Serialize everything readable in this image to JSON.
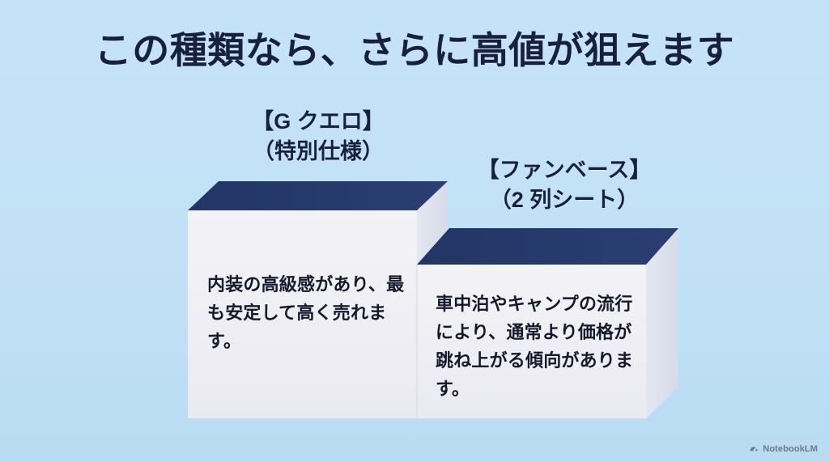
{
  "slide": {
    "title": "この種類なら、さらに高値が狙えます",
    "background_color": "#c2e2f7"
  },
  "colors": {
    "background": "#c2e2f7",
    "block_top_navy": "#26396b",
    "block_front": "#eeeef3",
    "block_side": "#dfe3ee",
    "title_text": "#17213f",
    "body_text": "#131a2c"
  },
  "blocks": [
    {
      "id": "block-g-cuero",
      "label_line1": "【G クエロ】",
      "label_line2": "（特別仕様）",
      "body": "内装の高級感があり、最も安定して高く売れます。"
    },
    {
      "id": "block-fun-base",
      "label_line1": "【ファンベース】",
      "label_line2": "（2 列シート）",
      "body": "車中泊やキャンプの流行により、通常より価格が跳ね上がる傾向があります。"
    }
  ],
  "watermark": {
    "icon": "notebooklm-logo-icon",
    "text": "NotebookLM"
  }
}
